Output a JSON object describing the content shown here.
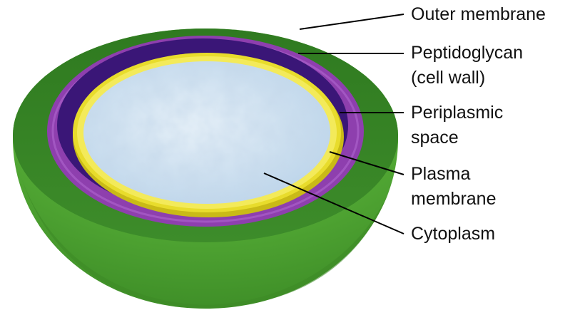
{
  "labels": {
    "outer_membrane": "Outer membrane",
    "peptidoglycan_line1": "Peptidoglycan",
    "peptidoglycan_line2": "(cell wall)",
    "periplasmic_line1": "Periplasmic",
    "periplasmic_line2": "space",
    "plasma_line1": "Plasma",
    "plasma_line2": "membrane",
    "cytoplasm": "Cytoplasm"
  },
  "colors": {
    "outer_membrane": "#3e8e2a",
    "outer_membrane_light": "#6cc04a",
    "peptidoglycan": "#8e3fae",
    "periplasmic_space": "#3a1677",
    "plasma_membrane": "#e5d82a",
    "cytoplasm": "#cfe1f0",
    "leader_line": "#000000",
    "text": "#111111"
  }
}
